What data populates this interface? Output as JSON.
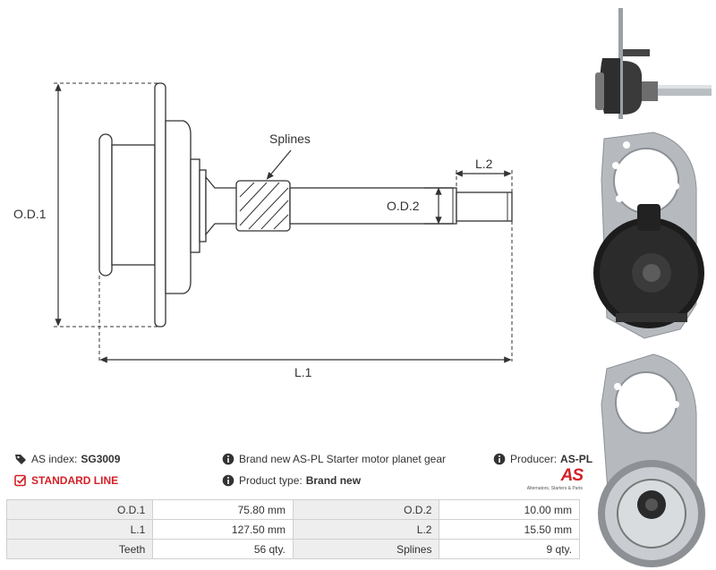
{
  "drawing": {
    "splines_label": "Splines",
    "od1_label": "O.D.1",
    "od2_label": "O.D.2",
    "l1_label": "L.1",
    "l2_label": "L.2"
  },
  "info": {
    "as_index_label": "AS index:",
    "as_index_value": "SG3009",
    "line_label": "STANDARD LINE",
    "description": "Brand new AS-PL Starter motor planet gear",
    "product_type_label": "Product type:",
    "product_type_value": "Brand new",
    "producer_label": "Producer:",
    "producer_value": "AS-PL",
    "logo_text": "AS",
    "logo_tagline": "Alternators, Starters & Parts"
  },
  "specs": [
    {
      "k1": "O.D.1",
      "v1": "75.80 mm",
      "k2": "O.D.2",
      "v2": "10.00 mm"
    },
    {
      "k1": "L.1",
      "v1": "127.50 mm",
      "k2": "L.2",
      "v2": "15.50 mm"
    },
    {
      "k1": "Teeth",
      "v1": "56 qty.",
      "k2": "Splines",
      "v2": "9 qty."
    }
  ],
  "colors": {
    "accent_red": "#d42027",
    "table_key_bg": "#eeeeee",
    "border": "#d0d0d0"
  }
}
